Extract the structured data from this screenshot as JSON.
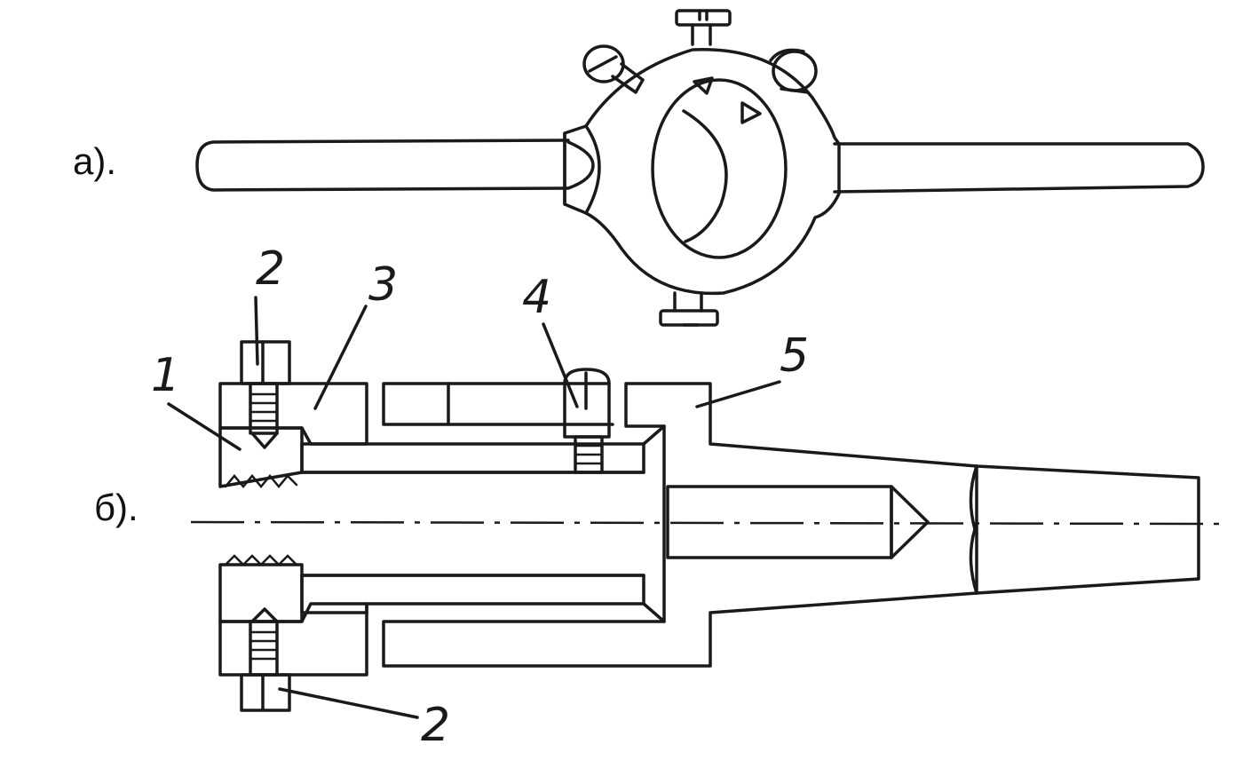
{
  "panels": {
    "top_label": "а).",
    "bottom_label": "б)."
  },
  "callouts": {
    "c1": "1",
    "c2_top": "2",
    "c2_bottom": "2",
    "c3": "3",
    "c4": "4",
    "c5": "5"
  }
}
